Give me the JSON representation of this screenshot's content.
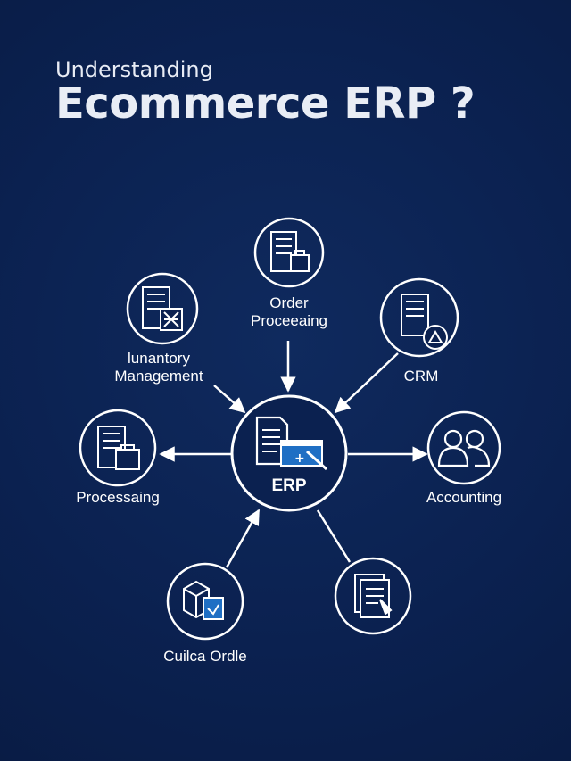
{
  "header": {
    "subtitle": "Understanding",
    "title": "Ecommerce ERP ?"
  },
  "hub": {
    "label": "ERP",
    "accent": "#1f6fc4"
  },
  "nodes": {
    "order_processing": {
      "line1": "Order",
      "line2": "Proceeaing"
    },
    "inventory": {
      "line1": "lunantory",
      "line2": "Management"
    },
    "crm": {
      "label": "CRM"
    },
    "processing": {
      "label": "Processaing"
    },
    "accounting": {
      "label": "Accounting"
    },
    "quick_order": {
      "label": "Cuilca Ordle"
    }
  },
  "colors": {
    "background": "#0b2150",
    "stroke": "#ffffff"
  }
}
